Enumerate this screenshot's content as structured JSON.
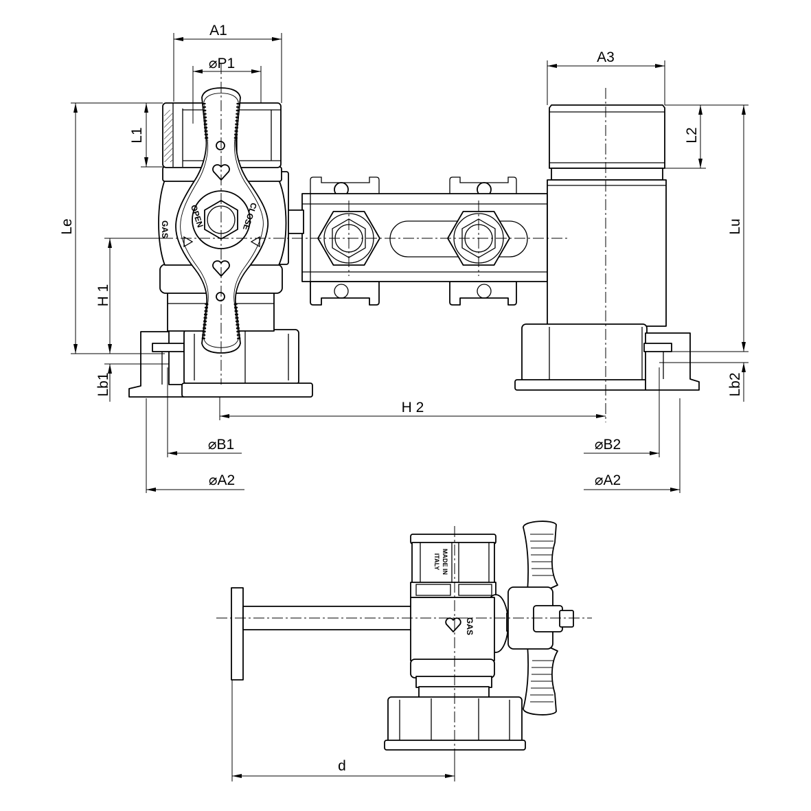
{
  "labels": {
    "a1": "A1",
    "p1": "⌀P1",
    "a3": "A3",
    "l1": "L1",
    "l2": "L2",
    "le": "Le",
    "lu": "Lu",
    "h1": "H 1",
    "lb1": "Lb1",
    "lb2": "Lb2",
    "h2": "H 2",
    "b1": "⌀B1",
    "b2": "⌀B2",
    "a2_left": "⌀A2",
    "a2_right": "⌀A2",
    "d": "d"
  },
  "markings": {
    "open": "OPEN",
    "close": "CLOSE",
    "gas_front": "GAS",
    "made_in": "MADE IN",
    "italy": "ITALY",
    "gas_side": "GAS"
  },
  "colors": {
    "line": "#000000",
    "background": "#ffffff"
  }
}
